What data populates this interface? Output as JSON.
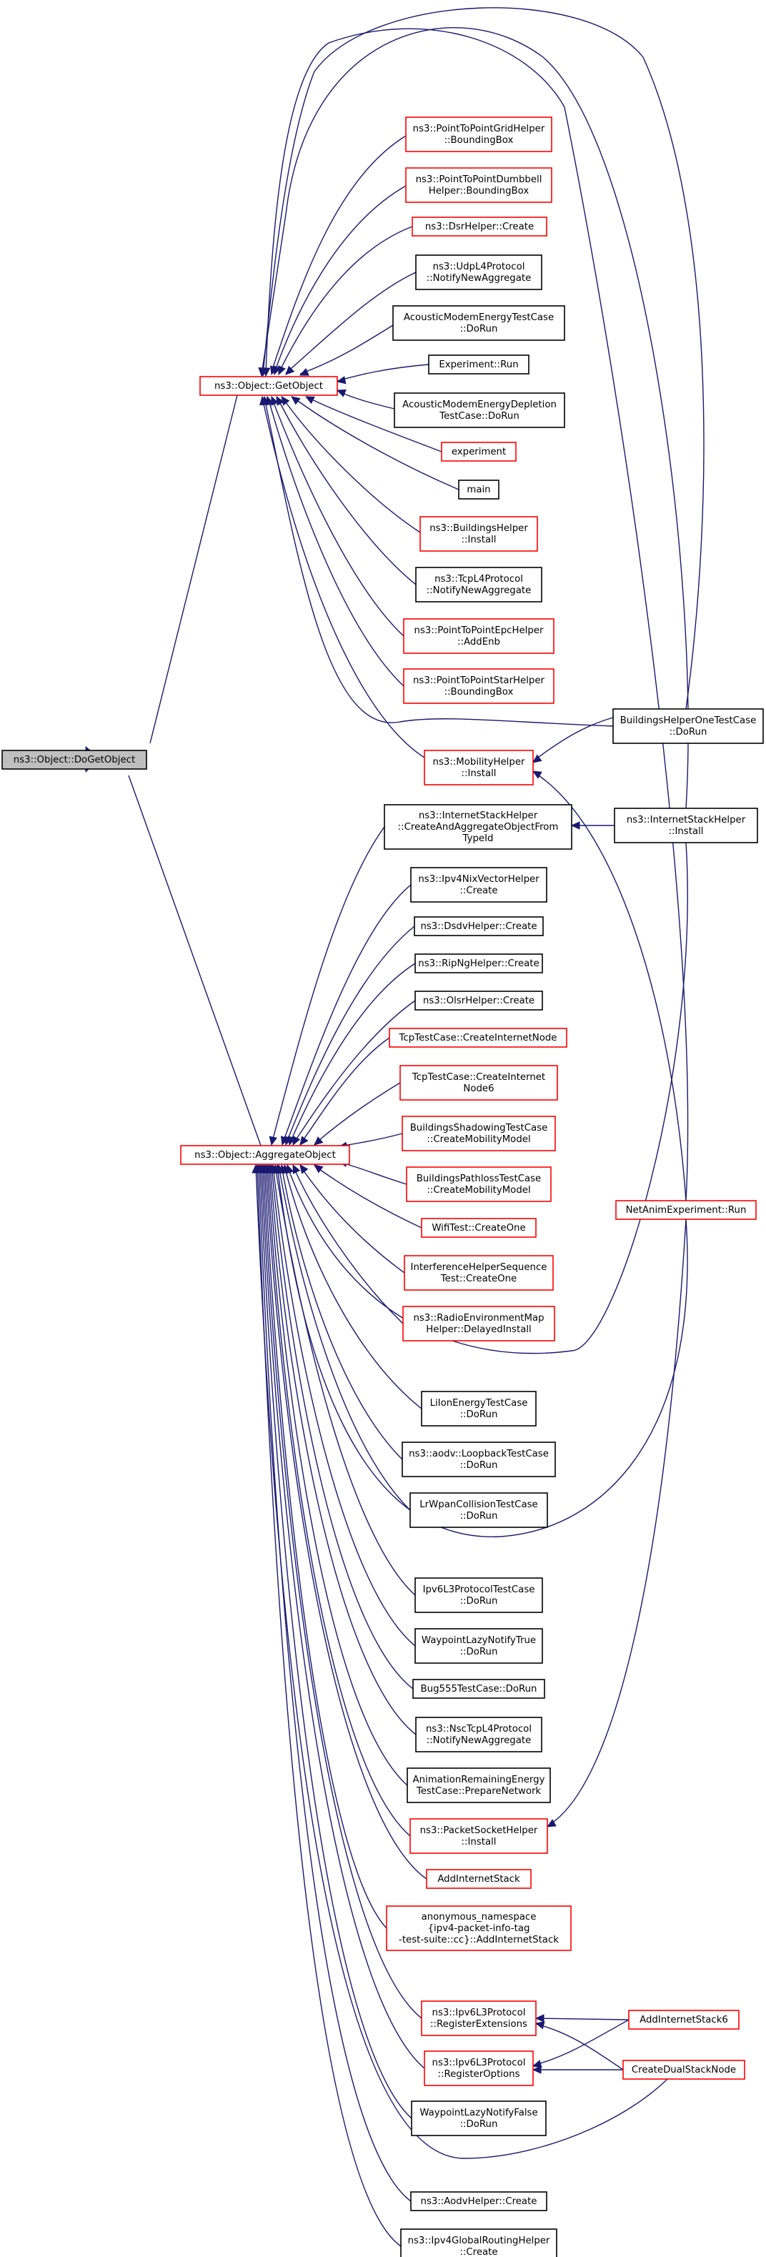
{
  "colors": {
    "edge": "#191970",
    "border_normal": "#000000",
    "border_truncated": "#ff0000",
    "focus_fill": "#bfbfbf",
    "node_fill": "#ffffff"
  },
  "nodes": [
    {
      "id": "dogetobject",
      "lines": [
        "ns3::Object::DoGetObject"
      ],
      "style": "focus"
    },
    {
      "id": "getobject",
      "lines": [
        "ns3::Object::GetObject"
      ],
      "style": "truncated"
    },
    {
      "id": "aggregateobject",
      "lines": [
        "ns3::Object::AggregateObject"
      ],
      "style": "truncated"
    },
    {
      "id": "p2pgrid",
      "lines": [
        "ns3::PointToPointGridHelper",
        "::BoundingBox"
      ],
      "style": "truncated"
    },
    {
      "id": "p2pdumbbell",
      "lines": [
        "ns3::PointToPointDumbbell",
        "Helper::BoundingBox"
      ],
      "style": "truncated"
    },
    {
      "id": "dsrhelper",
      "lines": [
        "ns3::DsrHelper::Create"
      ],
      "style": "truncated"
    },
    {
      "id": "udpl4",
      "lines": [
        "ns3::UdpL4Protocol",
        "::NotifyNewAggregate"
      ],
      "style": "normal"
    },
    {
      "id": "acousticmodem",
      "lines": [
        "AcousticModemEnergyTestCase",
        "::DoRun"
      ],
      "style": "normal"
    },
    {
      "id": "experimentrun",
      "lines": [
        "Experiment::Run"
      ],
      "style": "normal"
    },
    {
      "id": "acousticdepletion",
      "lines": [
        "AcousticModemEnergyDepletion",
        "TestCase::DoRun"
      ],
      "style": "normal"
    },
    {
      "id": "experiment",
      "lines": [
        "experiment"
      ],
      "style": "truncated"
    },
    {
      "id": "main",
      "lines": [
        "main"
      ],
      "style": "normal"
    },
    {
      "id": "buildingshelper",
      "lines": [
        "ns3::BuildingsHelper",
        "::Install"
      ],
      "style": "truncated"
    },
    {
      "id": "tcpl4",
      "lines": [
        "ns3::TcpL4Protocol",
        "::NotifyNewAggregate"
      ],
      "style": "normal"
    },
    {
      "id": "p2pepc",
      "lines": [
        "ns3::PointToPointEpcHelper",
        "::AddEnb"
      ],
      "style": "truncated"
    },
    {
      "id": "p2pstar",
      "lines": [
        "ns3::PointToPointStarHelper",
        "::BoundingBox"
      ],
      "style": "truncated"
    },
    {
      "id": "buildingsonetest",
      "lines": [
        "BuildingsHelperOneTestCase",
        "::DoRun"
      ],
      "style": "normal"
    },
    {
      "id": "mobilityhelper",
      "lines": [
        "ns3::MobilityHelper",
        "::Install"
      ],
      "style": "truncated"
    },
    {
      "id": "internetstackcreate",
      "lines": [
        "ns3::InternetStackHelper",
        "::CreateAndAggregateObjectFrom",
        "TypeId"
      ],
      "style": "normal"
    },
    {
      "id": "internetstackinstall",
      "lines": [
        "ns3::InternetStackHelper",
        "::Install"
      ],
      "style": "normal"
    },
    {
      "id": "ipv4nix",
      "lines": [
        "ns3::Ipv4NixVectorHelper",
        "::Create"
      ],
      "style": "normal"
    },
    {
      "id": "dsdvhelper",
      "lines": [
        "ns3::DsdvHelper::Create"
      ],
      "style": "normal"
    },
    {
      "id": "ripnghelper",
      "lines": [
        "ns3::RipNgHelper::Create"
      ],
      "style": "normal"
    },
    {
      "id": "olsrhelper",
      "lines": [
        "ns3::OlsrHelper::Create"
      ],
      "style": "normal"
    },
    {
      "id": "tcpcreateinternet",
      "lines": [
        "TcpTestCase::CreateInternetNode"
      ],
      "style": "truncated"
    },
    {
      "id": "tcpcreateinternet6",
      "lines": [
        "TcpTestCase::CreateInternet",
        "Node6"
      ],
      "style": "truncated"
    },
    {
      "id": "buildingsshadowing",
      "lines": [
        "BuildingsShadowingTestCase",
        "::CreateMobilityModel"
      ],
      "style": "truncated"
    },
    {
      "id": "buildingspathloss",
      "lines": [
        "BuildingsPathlossTestCase",
        "::CreateMobilityModel"
      ],
      "style": "truncated"
    },
    {
      "id": "netanim",
      "lines": [
        "NetAnimExperiment::Run"
      ],
      "style": "truncated"
    },
    {
      "id": "wifitest",
      "lines": [
        "WifiTest::CreateOne"
      ],
      "style": "truncated"
    },
    {
      "id": "interference",
      "lines": [
        "InterferenceHelperSequence",
        "Test::CreateOne"
      ],
      "style": "truncated"
    },
    {
      "id": "radioenvmap",
      "lines": [
        "ns3::RadioEnvironmentMap",
        "Helper::DelayedInstall"
      ],
      "style": "truncated"
    },
    {
      "id": "liionenergy",
      "lines": [
        "LiIonEnergyTestCase",
        "::DoRun"
      ],
      "style": "normal"
    },
    {
      "id": "aodvloopback",
      "lines": [
        "ns3::aodv::LoopbackTestCase",
        "::DoRun"
      ],
      "style": "normal"
    },
    {
      "id": "lrwpan",
      "lines": [
        "LrWpanCollisionTestCase",
        "::DoRun"
      ],
      "style": "normal"
    },
    {
      "id": "ipv6l3test",
      "lines": [
        "Ipv6L3ProtocolTestCase",
        "::DoRun"
      ],
      "style": "normal"
    },
    {
      "id": "waypointtrue",
      "lines": [
        "WaypointLazyNotifyTrue",
        "::DoRun"
      ],
      "style": "normal"
    },
    {
      "id": "bug555",
      "lines": [
        "Bug555TestCase::DoRun"
      ],
      "style": "normal"
    },
    {
      "id": "nsctcpl4",
      "lines": [
        "ns3::NscTcpL4Protocol",
        "::NotifyNewAggregate"
      ],
      "style": "normal"
    },
    {
      "id": "animremaining",
      "lines": [
        "AnimationRemainingEnergy",
        "TestCase::PrepareNetwork"
      ],
      "style": "normal"
    },
    {
      "id": "packetsocket",
      "lines": [
        "ns3::PacketSocketHelper",
        "::Install"
      ],
      "style": "truncated"
    },
    {
      "id": "addinternetstack",
      "lines": [
        "AddInternetStack"
      ],
      "style": "truncated"
    },
    {
      "id": "anonymous",
      "lines": [
        "anonymous_namespace",
        "{ipv4-packet-info-tag",
        "-test-suite::cc}::AddInternetStack"
      ],
      "style": "truncated"
    },
    {
      "id": "ipv6regext",
      "lines": [
        "ns3::Ipv6L3Protocol",
        "::RegisterExtensions"
      ],
      "style": "truncated"
    },
    {
      "id": "addinternetstack6",
      "lines": [
        "AddInternetStack6"
      ],
      "style": "truncated"
    },
    {
      "id": "ipv6regopt",
      "lines": [
        "ns3::Ipv6L3Protocol",
        "::RegisterOptions"
      ],
      "style": "truncated"
    },
    {
      "id": "createdualstack",
      "lines": [
        "CreateDualStackNode"
      ],
      "style": "truncated"
    },
    {
      "id": "waypointfalse",
      "lines": [
        "WaypointLazyNotifyFalse",
        "::DoRun"
      ],
      "style": "normal"
    },
    {
      "id": "aodvhelper",
      "lines": [
        "ns3::AodvHelper::Create"
      ],
      "style": "normal"
    },
    {
      "id": "ipv4globalrouting",
      "lines": [
        "ns3::Ipv4GlobalRoutingHelper",
        "::Create"
      ],
      "style": "normal"
    }
  ]
}
